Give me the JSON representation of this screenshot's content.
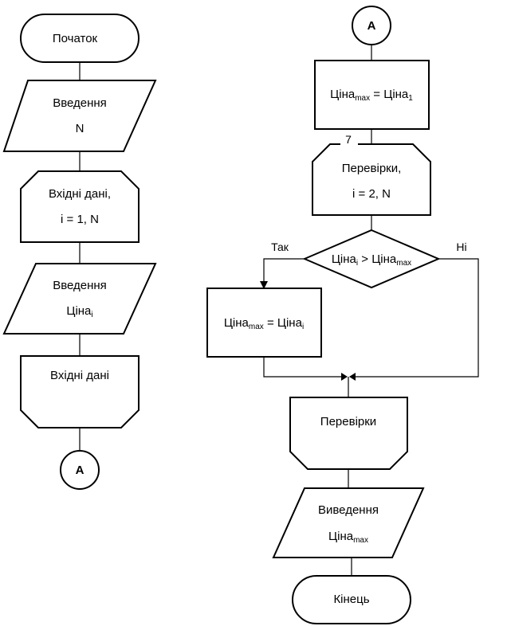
{
  "left": {
    "start": "Початок",
    "input_n": {
      "line1": "Введення",
      "line2": "N"
    },
    "loop_start_1": {
      "line1": "Вхідні дані,",
      "line2": "i = 1, N"
    },
    "input_price": {
      "line1": "Введення",
      "base": "Ціна",
      "sub": "i"
    },
    "loop_end_1": "Вхідні дані",
    "connector": "A"
  },
  "right": {
    "connector": "A",
    "assign_first": {
      "base_left": "Ціна",
      "sub_left": "max",
      "mid": " = Ціна",
      "sub_right": "1"
    },
    "loop_number": "7",
    "loop_start_2": {
      "line1": "Перевірки,",
      "line2": "i = 2, N"
    },
    "decision": {
      "base_left": "Ціна",
      "sub_left": "i",
      "mid": " > Ціна",
      "sub_right": "max"
    },
    "yes_label": "Так",
    "no_label": "Ні",
    "assign_max": {
      "base_left": "Ціна",
      "sub_left": "max",
      "mid": " = Ціна",
      "sub_right": "i"
    },
    "loop_end_2": "Перевірки",
    "output": {
      "line1": "Виведення",
      "base": "Ціна",
      "sub": "max"
    },
    "end": "Кінець"
  }
}
